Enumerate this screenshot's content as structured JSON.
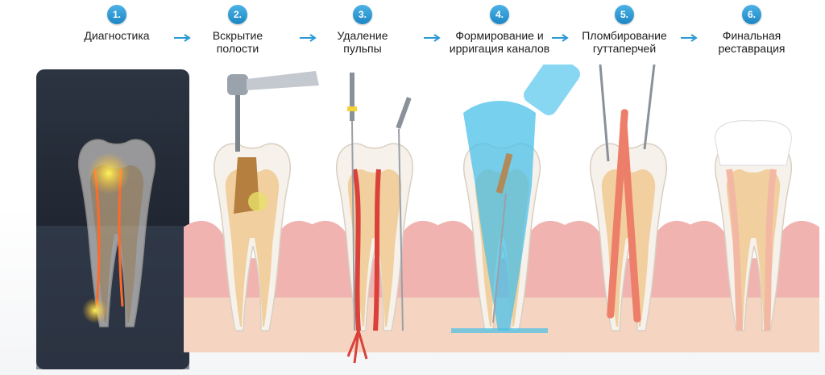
{
  "colors": {
    "accent": "#2a9ad6",
    "gum": "#e9a3a5",
    "enamel": "#f3efe9",
    "dentin": "#f1cf9e",
    "pulp": "#d9413a",
    "irrigant": "#4ac0e8",
    "gutta": "#ec7e6a",
    "xray": "#1e2430"
  },
  "steps": [
    {
      "num": "1.",
      "label": "Диагностика"
    },
    {
      "num": "2.",
      "label": "Вскрытие полости"
    },
    {
      "num": "3.",
      "label": "Удаление пульпы"
    },
    {
      "num": "4.",
      "label": "Формирование и ирригация каналов"
    },
    {
      "num": "5.",
      "label": "Пломбирование гуттаперчей"
    },
    {
      "num": "6.",
      "label": "Финальная реставрация"
    }
  ]
}
